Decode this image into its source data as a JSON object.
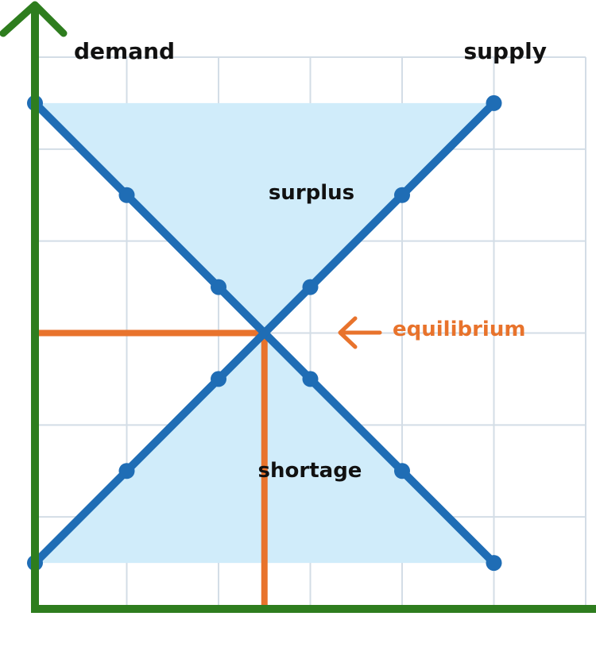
{
  "chart_data": {
    "type": "line",
    "title": "",
    "xlabel": "",
    "ylabel": "",
    "xlim": [
      0,
      6
    ],
    "ylim": [
      0,
      6
    ],
    "grid": true,
    "series": [
      {
        "name": "demand",
        "x": [
          0,
          1,
          2,
          3,
          4,
          5
        ],
        "y": [
          5.5,
          4.5,
          3.5,
          2.5,
          1.5,
          0.5
        ]
      },
      {
        "name": "supply",
        "x": [
          0,
          1,
          2,
          3,
          4,
          5
        ],
        "y": [
          0.5,
          1.5,
          2.5,
          3.5,
          4.5,
          5.5
        ]
      }
    ],
    "equilibrium": {
      "x": 2.5,
      "y": 3,
      "label": "equilibrium"
    },
    "regions": [
      {
        "label": "surplus"
      },
      {
        "label": "shortage"
      }
    ],
    "colors": {
      "axes": "#2e7d1e",
      "curves": "#1f6db5",
      "equilibrium": "#e8732c",
      "fill": "#d0ecfa",
      "grid": "#d3dde6",
      "text": "#111111"
    }
  }
}
